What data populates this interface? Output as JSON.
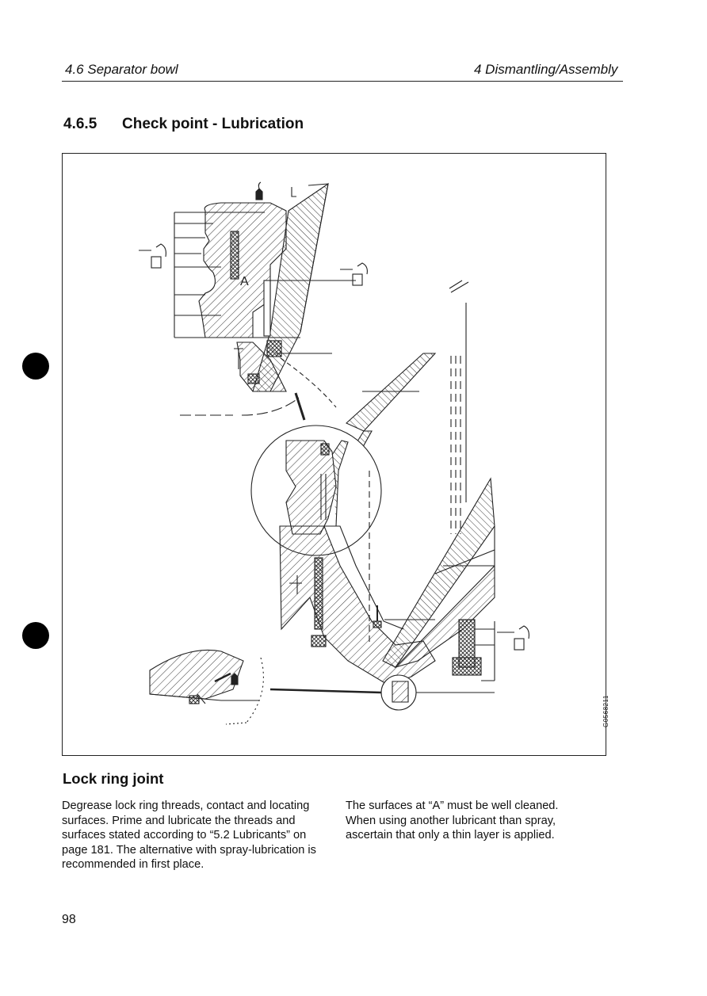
{
  "header": {
    "section_ref": "4.6 Separator bowl",
    "chapter_ref": "4 Dismantling/Assembly"
  },
  "section": {
    "number": "4.6.5",
    "title": "Check point - Lubrication"
  },
  "figure": {
    "label_a": "A",
    "figure_id": "G0568211"
  },
  "subheading": "Lock ring joint",
  "body": {
    "left": "Degrease lock ring threads, contact and locating surfaces. Prime and lubricate the threads and surfaces stated according to “5.2 Lubricants” on page 181. The alternative with spray-lubrication is recommended in first place.",
    "right": "The surfaces at “A” must be well cleaned. When using another lubricant than spray, ascertain that only a thin layer is applied."
  },
  "page_number": "98"
}
